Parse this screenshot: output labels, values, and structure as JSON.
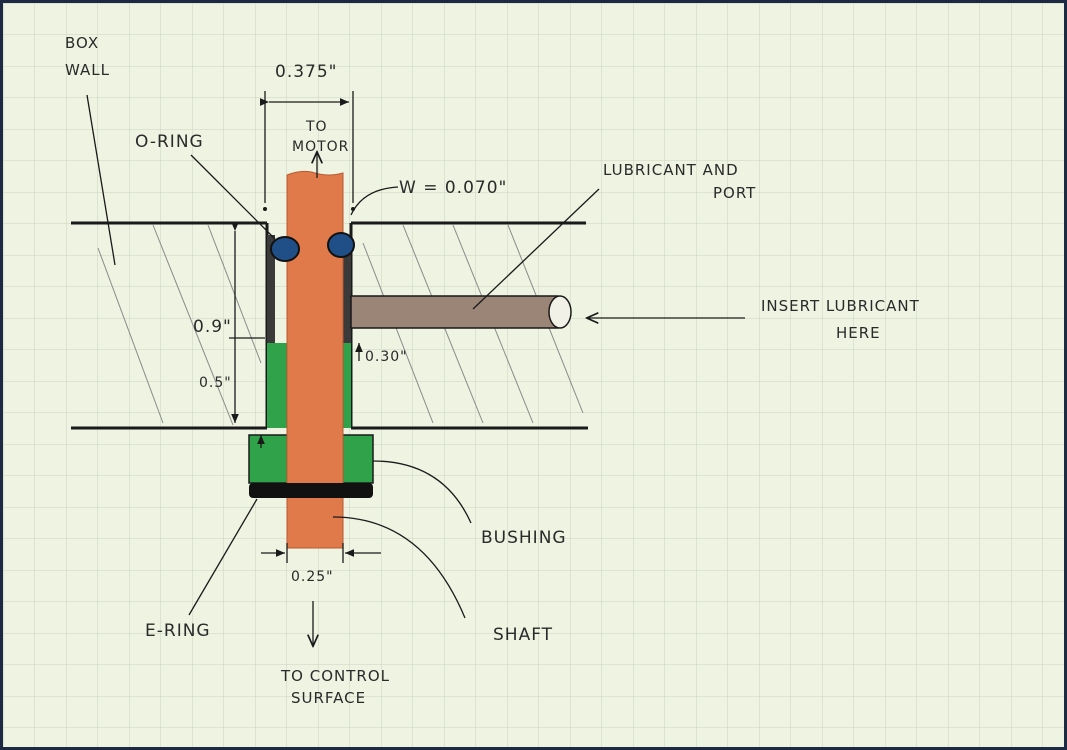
{
  "labels": {
    "box_wall_1": "BOX",
    "box_wall_2": "WALL",
    "width_top": "0.375\"",
    "to_motor_1": "TO",
    "to_motor_2": "MOTOR",
    "o_ring": "O-RING",
    "w_value": "W = 0.070\"",
    "lubricant_1": "LUBRICANT AND",
    "lubricant_2": "PORT",
    "dim_09": "0.9\"",
    "dim_05": "0.5\"",
    "dim_030": "0.30\"",
    "insert_1": "INSERT LUBRICANT",
    "insert_2": "HERE",
    "bushing": "BUSHING",
    "dim_025": "0.25\"",
    "e_ring": "E-RING",
    "shaft": "SHAFT",
    "to_control_1": "TO CONTROL",
    "to_control_2": "SURFACE"
  },
  "colors": {
    "paper": "#eef3e2",
    "grid": "#cad6c0",
    "shaft": "#e07a4a",
    "bushing": "#2fa24a",
    "o_ring": "#1f4f86",
    "port": "#9b8577",
    "ink": "#1a1a1a"
  }
}
